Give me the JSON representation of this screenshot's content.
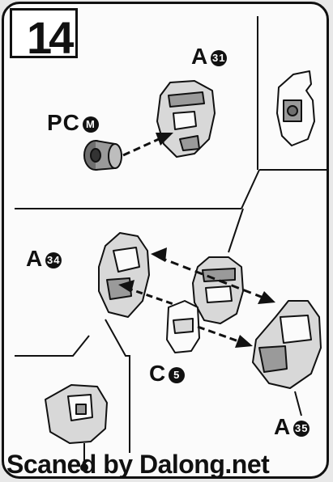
{
  "step": {
    "number": "14"
  },
  "parts": {
    "a31": {
      "letter": "A",
      "code": "31"
    },
    "pc_m": {
      "letter": "PC",
      "code": "M"
    },
    "a34": {
      "letter": "A",
      "code": "34"
    },
    "c5": {
      "letter": "C",
      "code": "5"
    },
    "a35": {
      "letter": "A",
      "code": "35"
    }
  },
  "watermark": "Scaned by Dalong.net",
  "colors": {
    "line": "#111111",
    "paper": "#fbfbfb",
    "shade": "#9a9a9a",
    "light": "#d8d8d8"
  }
}
